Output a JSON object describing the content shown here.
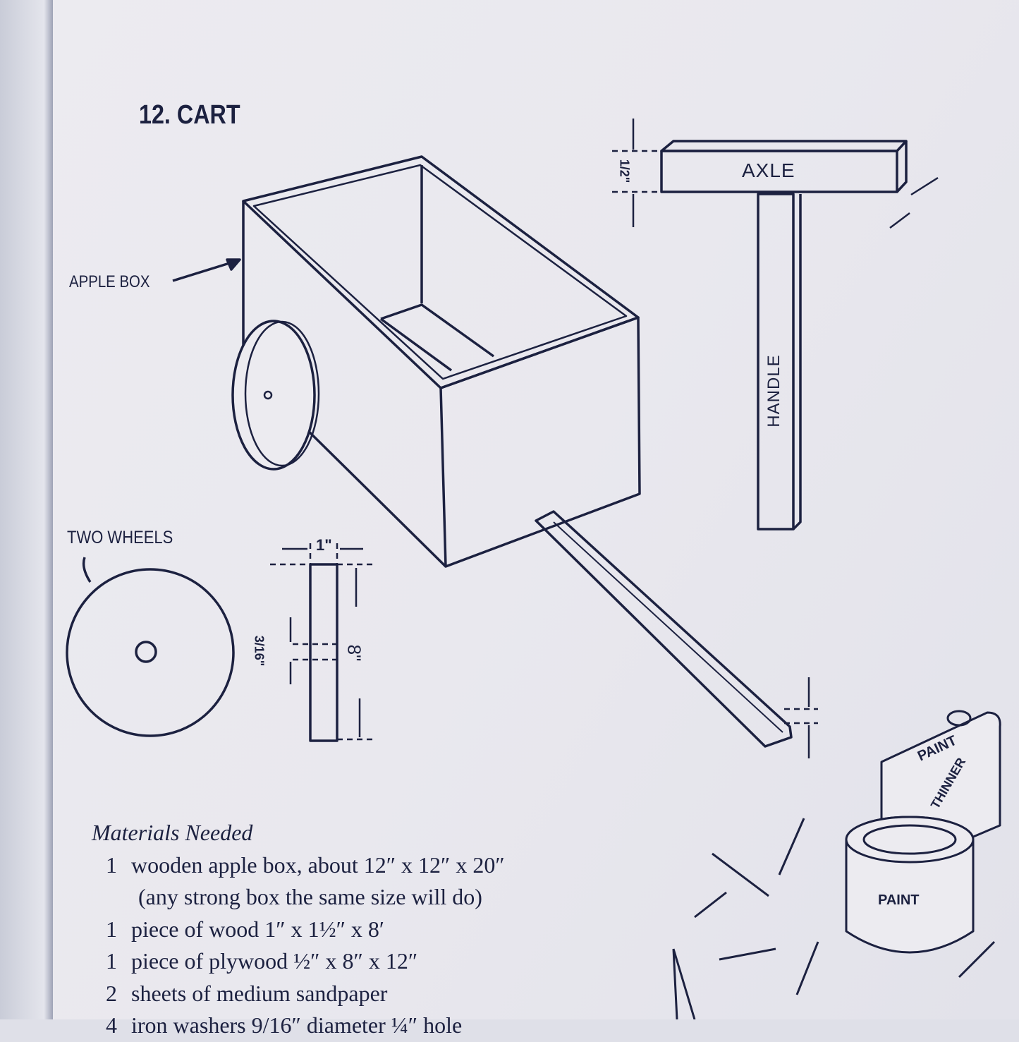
{
  "heading": "12. CART",
  "labels": {
    "apple_box": "APPLE BOX",
    "two_wheels": "TWO WHEELS",
    "axle": "AXLE",
    "handle": "HANDLE",
    "strip_width": "1\"",
    "hole_size": "3/16\"",
    "strip_length": "8\"",
    "axle_thickness": "1/2\""
  },
  "cans": {
    "thinner_top": "PAINT",
    "thinner_bottom": "THINNER",
    "paint": "PAINT"
  },
  "materials": {
    "title": "Materials Needed",
    "items": [
      {
        "qty": "1",
        "text": "wooden apple box, about 12″ x 12″ x 20″",
        "cont": "(any strong box the same size will do)"
      },
      {
        "qty": "1",
        "text": "piece of wood 1″ x 1½″ x 8′"
      },
      {
        "qty": "1",
        "text": "piece of plywood ½″ x 8″ x 12″"
      },
      {
        "qty": "2",
        "text": "sheets of medium sandpaper"
      },
      {
        "qty": "4",
        "text": "iron washers 9/16″ diameter ¼″ hole"
      }
    ]
  },
  "colors": {
    "ink": "#1c2140",
    "paper": "#ecebf0"
  }
}
